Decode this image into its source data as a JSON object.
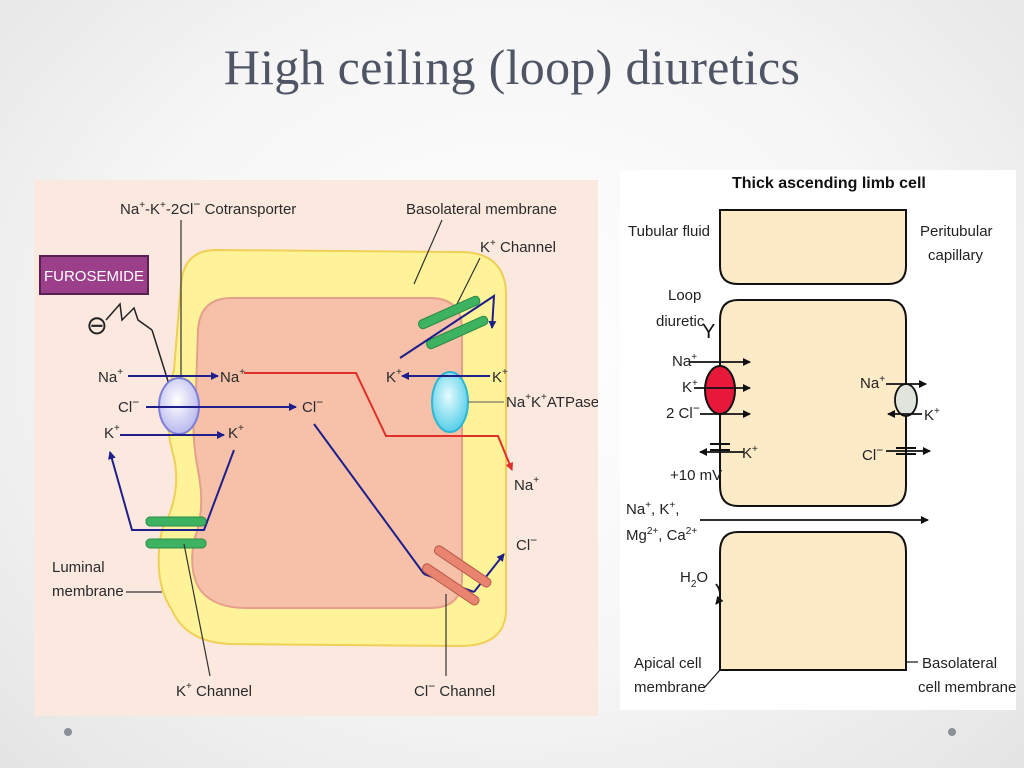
{
  "slide": {
    "title": "High ceiling (loop) diuretics"
  },
  "left_diagram": {
    "cotransporter": {
      "na": "Na",
      "k": "-K",
      "cl": "-2Cl",
      "label": " Cotransporter"
    },
    "basolateral_membrane": "Basolateral membrane",
    "k_channel_top": {
      "k": "K",
      "label": " Channel"
    },
    "furosemide": "FUROSEMIDE",
    "inhibit_symbol": "⊖",
    "ions": {
      "na_lumen": "Na",
      "na_cell": "Na",
      "cl_lumen": "Cl",
      "cl_cell": "Cl",
      "k_lumen": "K",
      "k_cell": "K",
      "k_baso_in": "K",
      "k_baso_out": "K",
      "na_blood": "Na",
      "cl_blood": "Cl"
    },
    "atpase": {
      "na": "Na",
      "k": "K",
      "label": "ATPase"
    },
    "luminal_membrane": [
      "Luminal",
      "membrane"
    ],
    "k_channel_bottom": {
      "k": "K",
      "label": " Channel"
    },
    "cl_channel_bottom": {
      "cl": "Cl",
      "label": " Channel"
    },
    "superscripts": {
      "plus": "+",
      "minus": "−"
    }
  },
  "right_diagram": {
    "title": "Thick ascending limb cell",
    "tubular_fluid": "Tubular fluid",
    "peritubular": [
      "Peritubular",
      "capillary"
    ],
    "loop_diuretic": [
      "Loop",
      "diuretic"
    ],
    "inhibitor_symbol": "Y",
    "left_ions": {
      "na": "Na",
      "k": "K",
      "cl": "2 Cl",
      "k_channel": "K"
    },
    "right_ions": {
      "na": "Na",
      "k": "K",
      "cl": "Cl"
    },
    "voltage": "+10 mV",
    "paracellular": {
      "line1": "Na, K,",
      "line1_na": "Na",
      "line1_k": "K",
      "mg": "Mg",
      "ca": "Ca",
      "mg_sup": "2+",
      "ca_sup": "2+"
    },
    "water": {
      "h": "H",
      "sub": "2",
      "o": "O"
    },
    "apical": [
      "Apical cell",
      "membrane"
    ],
    "basolateral": [
      "Basolateral",
      "cell membrane"
    ],
    "superscripts": {
      "plus": "+",
      "minus": "−"
    }
  },
  "colors": {
    "cell_fill": "#f6c1a8",
    "membrane_yellow": "#fff39a",
    "arrow_blue": "#1f1f8c",
    "arrow_red": "#e0302a",
    "furosemide_bg": "#9c3f8a",
    "cell_beige": "#fdebc8",
    "transporter_red": "#e8183a"
  }
}
